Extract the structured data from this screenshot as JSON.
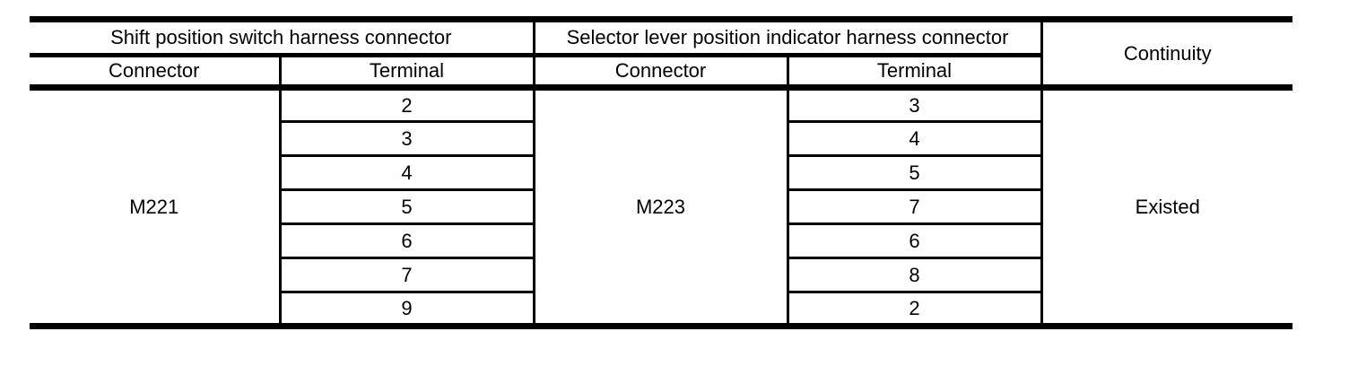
{
  "table": {
    "column_groups": {
      "left_group_label": "Shift position switch harness connector",
      "middle_group_label": "Selector lever position indicator harness connector",
      "continuity_label": "Continuity"
    },
    "subheaders": {
      "left_connector": "Connector",
      "left_terminal": "Terminal",
      "middle_connector": "Connector",
      "middle_terminal": "Terminal"
    },
    "left_connector_value": "M221",
    "middle_connector_value": "M223",
    "continuity_value": "Existed",
    "rows": [
      {
        "left_terminal": "2",
        "middle_terminal": "3"
      },
      {
        "left_terminal": "3",
        "middle_terminal": "4"
      },
      {
        "left_terminal": "4",
        "middle_terminal": "5"
      },
      {
        "left_terminal": "5",
        "middle_terminal": "7"
      },
      {
        "left_terminal": "6",
        "middle_terminal": "6"
      },
      {
        "left_terminal": "7",
        "middle_terminal": "8"
      },
      {
        "left_terminal": "9",
        "middle_terminal": "2"
      }
    ],
    "colors": {
      "border": "#000000",
      "text": "#000000",
      "background": "#ffffff"
    }
  }
}
